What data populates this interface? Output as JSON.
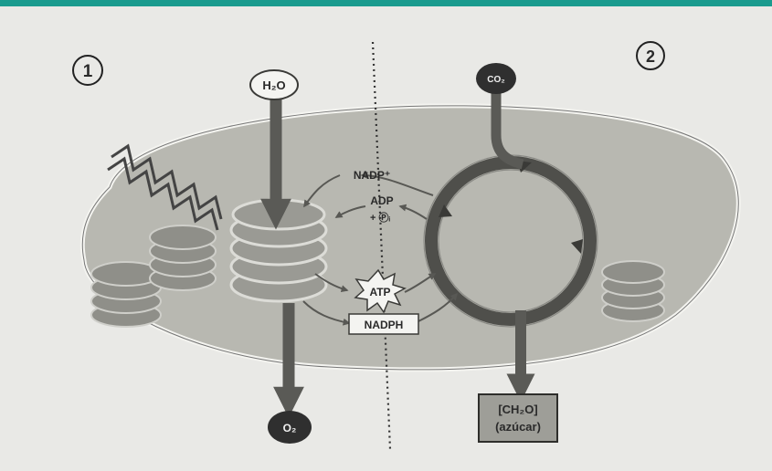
{
  "diagram": {
    "stage1_number": "1",
    "stage2_number": "2",
    "h2o": "H₂O",
    "co2": "CO₂",
    "o2": "O₂",
    "nadp": "NADP⁺",
    "adp": "ADP",
    "pi": "+ Ⓟᵢ",
    "atp": "ATP",
    "nadph": "NADPH",
    "sugar_formula": "[CH₂O]",
    "sugar_name": "(azúcar)"
  },
  "colors": {
    "top_bar": "#1a9b8e",
    "background": "#e9e9e6",
    "stroma": "#b3b3ad",
    "grana": "#8c8c86",
    "arrow": "#585854",
    "dark_molecule": "#2f2f2f"
  }
}
